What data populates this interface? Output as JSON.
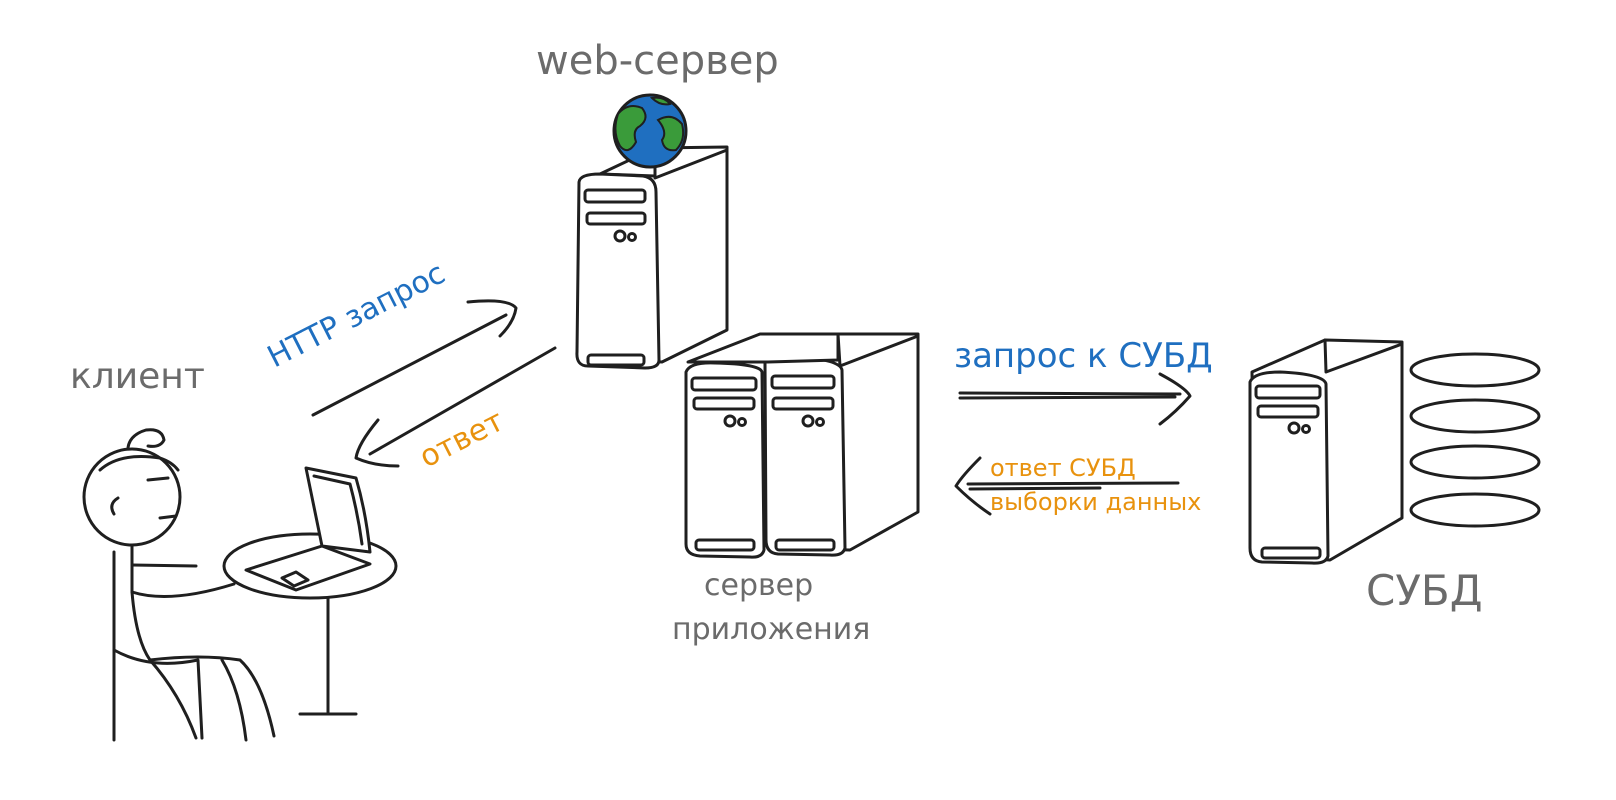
{
  "labels": {
    "web_server": "web-сервер",
    "client": "клиент",
    "http_request": "HTTP запрос",
    "response": "ответ",
    "app_server_line1": "сервер",
    "app_server_line2": "приложения",
    "dbms_request": "запрос к СУБД",
    "dbms_response_line1": "ответ СУБД",
    "dbms_response_line2": "выборки данных",
    "dbms": "СУБД"
  },
  "colors": {
    "label_gray": "#6b6b6b",
    "request_blue": "#1f6fc0",
    "response_orange": "#e8920e",
    "ink": "#1f1f1f",
    "globe_ocean": "#1f6fc0",
    "globe_land": "#3a9b3a"
  },
  "icons": {
    "web_server": "server-tower-icon",
    "globe": "globe-icon",
    "app_server": "server-tower-icon",
    "dbms_server": "server-tower-icon",
    "database_disks": "database-disks-icon",
    "client": "person-at-laptop-icon"
  }
}
